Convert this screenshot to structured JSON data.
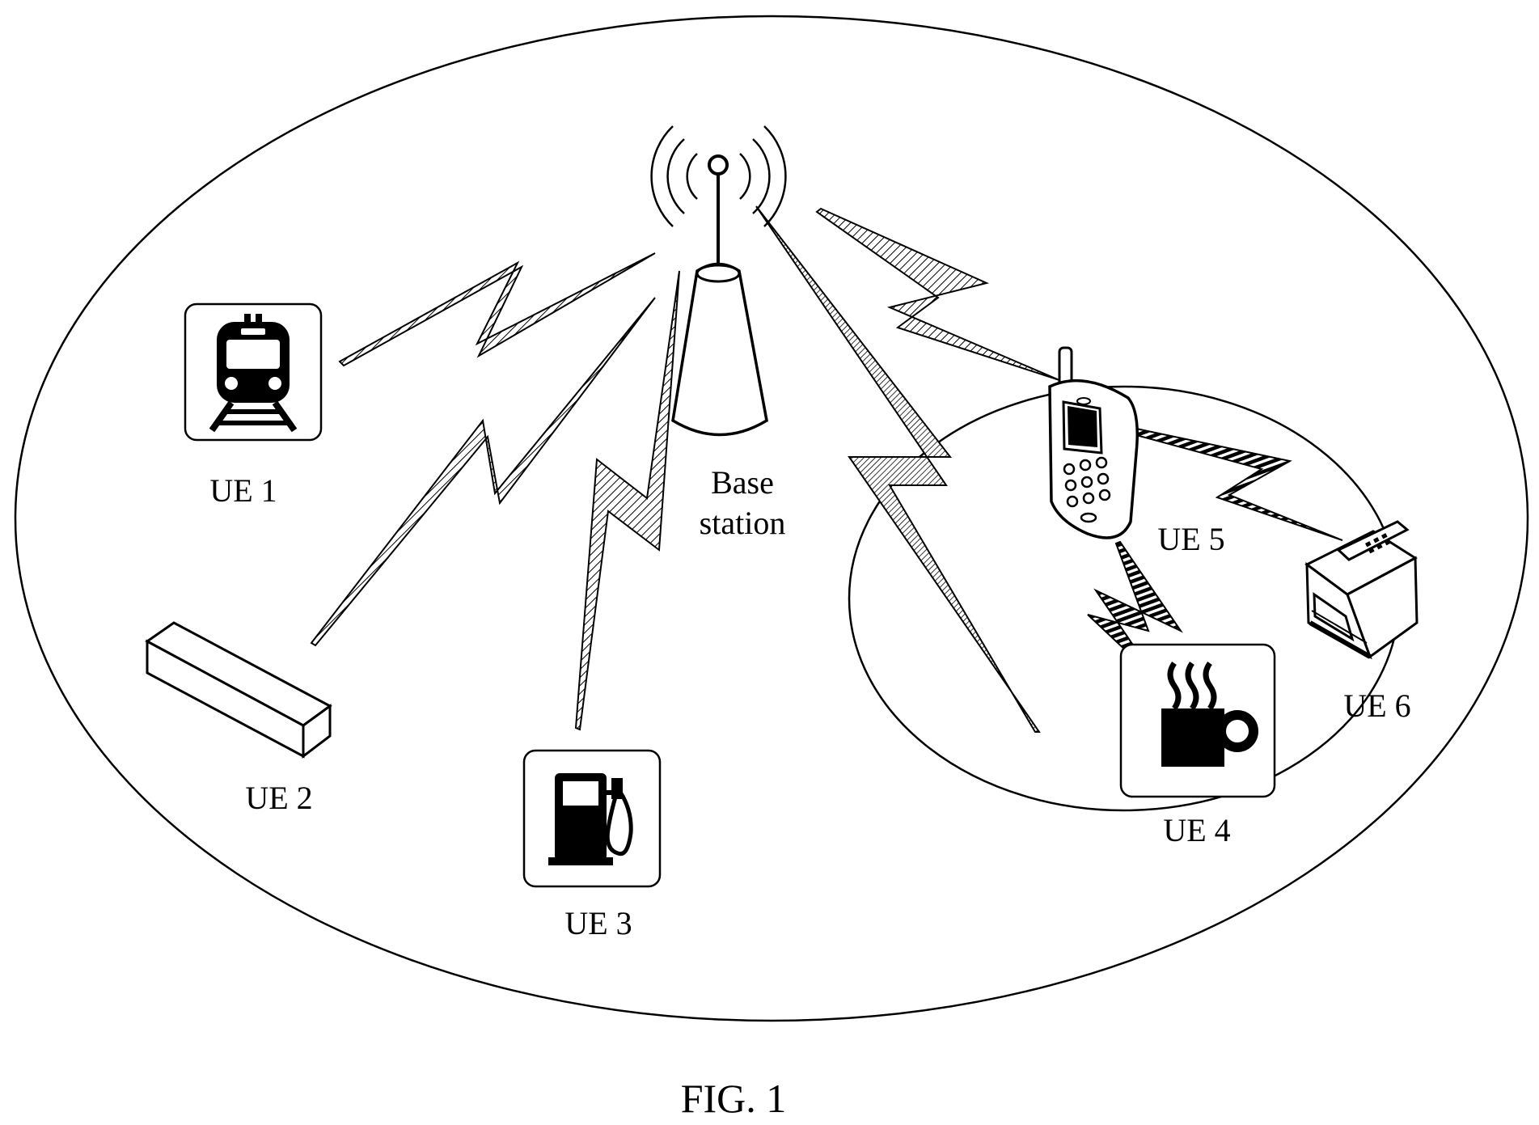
{
  "labels": {
    "base_station": [
      "Base",
      "station"
    ],
    "ue1": "UE 1",
    "ue2": "UE 2",
    "ue3": "UE 3",
    "ue4": "UE 4",
    "ue5": "UE 5",
    "ue6": "UE 6"
  },
  "figure_caption": "FIG. 1",
  "colors": {
    "ink": "#000000",
    "paper": "#ffffff",
    "icon_box_fill": "#ffffff"
  },
  "icons": {
    "ue1": "train-icon",
    "ue2": "box-device-icon",
    "ue3": "fuel-pump-icon",
    "ue4": "coffee-cup-icon",
    "ue5": "mobile-phone-icon",
    "ue6": "printer-fax-icon",
    "base_station": "antenna-tower-icon"
  }
}
